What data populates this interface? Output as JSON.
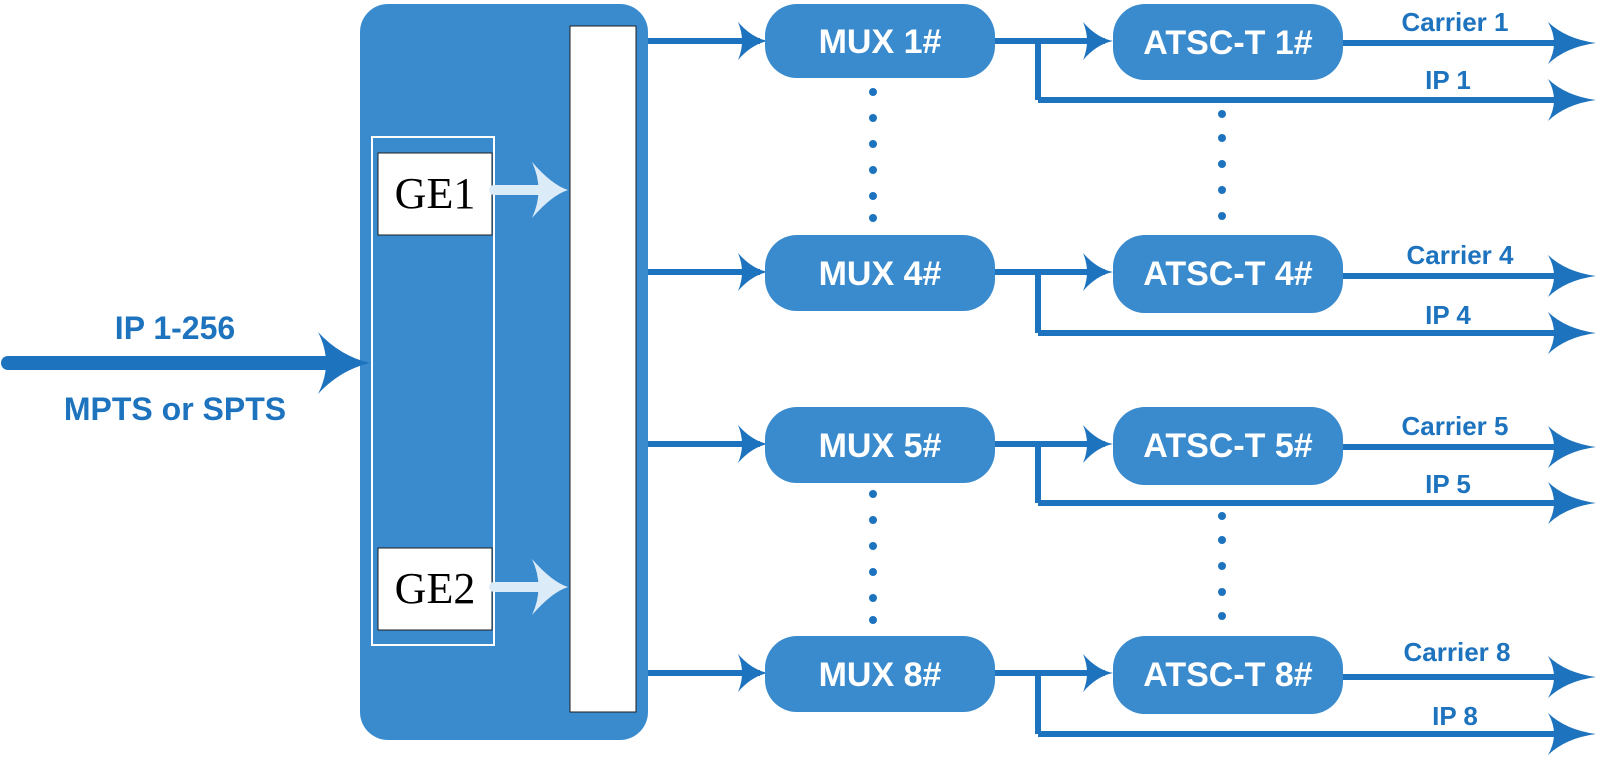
{
  "input": {
    "label_top": "IP 1-256",
    "label_bottom": "MPTS or SPTS"
  },
  "ports": [
    "GE1",
    "GE2"
  ],
  "rows": [
    {
      "mux": "MUX 1#",
      "atsc": "ATSC-T 1#",
      "carrier": "Carrier 1",
      "ip": "IP 1"
    },
    {
      "mux": "MUX 4#",
      "atsc": "ATSC-T 4#",
      "carrier": "Carrier 4",
      "ip": "IP 4"
    },
    {
      "mux": "MUX 5#",
      "atsc": "ATSC-T 5#",
      "carrier": "Carrier 5",
      "ip": "IP 5"
    },
    {
      "mux": "MUX 8#",
      "atsc": "ATSC-T 8#",
      "carrier": "Carrier 8",
      "ip": "IP 8"
    }
  ],
  "colors": {
    "primary": "#1e73be",
    "box": "#3a8bcd",
    "panel": "#3a8bcd",
    "white": "#ffffff"
  }
}
